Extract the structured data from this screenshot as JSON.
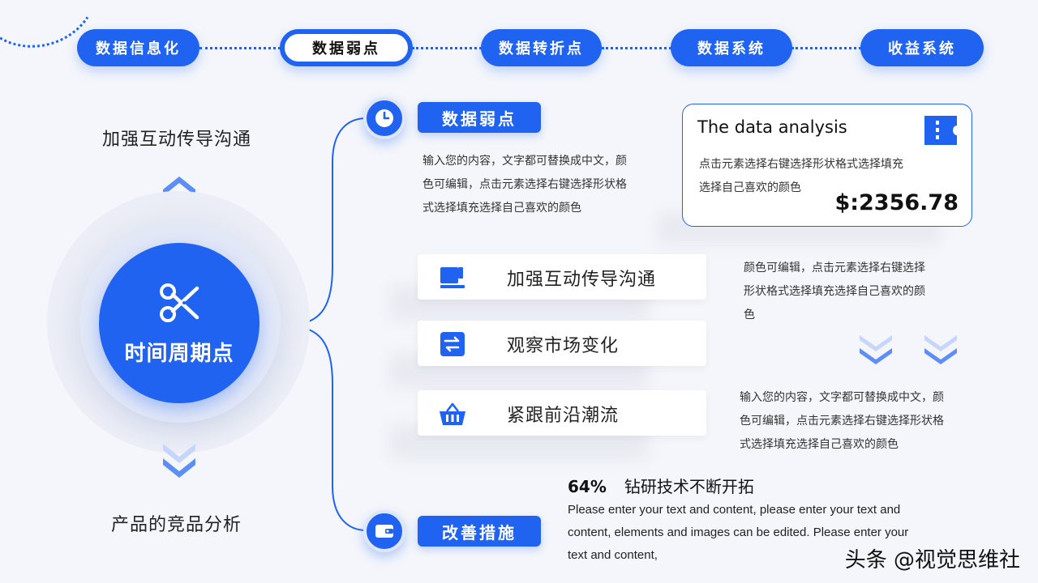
{
  "nav": {
    "steps": [
      "数据信息化",
      "数据弱点",
      "数据转折点",
      "数据系统",
      "收益系统"
    ],
    "active_index": 1
  },
  "hub": {
    "title": "时间周期点",
    "top_label": "加强互动传导沟通",
    "bottom_label": "产品的竞品分析",
    "icon": "scissors-icon"
  },
  "branch_top": {
    "tag": "数据弱点",
    "icon": "clock-icon",
    "text_lines": [
      "输入您的内容，文字都可替换成中文，颜",
      "色可编辑，点击元素选择右键选择形状格",
      "式选择填充选择自己喜欢的颜色"
    ]
  },
  "card": {
    "title": "The data analysis",
    "icon": "ticket-icon",
    "text_lines": [
      "点击元素选择右键选择形状格式选择填充",
      "选择自己喜欢的颜色"
    ],
    "price": "$:2356.78"
  },
  "items": [
    {
      "label": "加强互动传导沟通",
      "icon": "paint-roller-icon"
    },
    {
      "label": "观察市场变化",
      "icon": "swap-arrows-icon"
    },
    {
      "label": "紧跟前沿潮流",
      "icon": "basket-icon"
    }
  ],
  "right_text_1": [
    "颜色可编辑，点击元素选择右键选择",
    "形状格式选择填充选择自己喜欢的颜",
    "色"
  ],
  "right_text_2": [
    "输入您的内容，文字都可替换成中文，颜",
    "色可编辑，点击元素选择右键选择形状格",
    "式选择填充选择自己喜欢的颜色"
  ],
  "branch_bottom": {
    "tag": "改善措施",
    "icon": "wallet-icon",
    "stat_value": "64%",
    "stat_label": "钻研技术不断开拓",
    "text_lines": [
      "Please enter your text and content, please enter your text and",
      "content, elements and images can be edited. Please enter your",
      "text and content,"
    ]
  },
  "watermark": "头条 @视觉思维社",
  "colors": {
    "accent": "#1f63f0",
    "background": "#f4f6fb"
  }
}
